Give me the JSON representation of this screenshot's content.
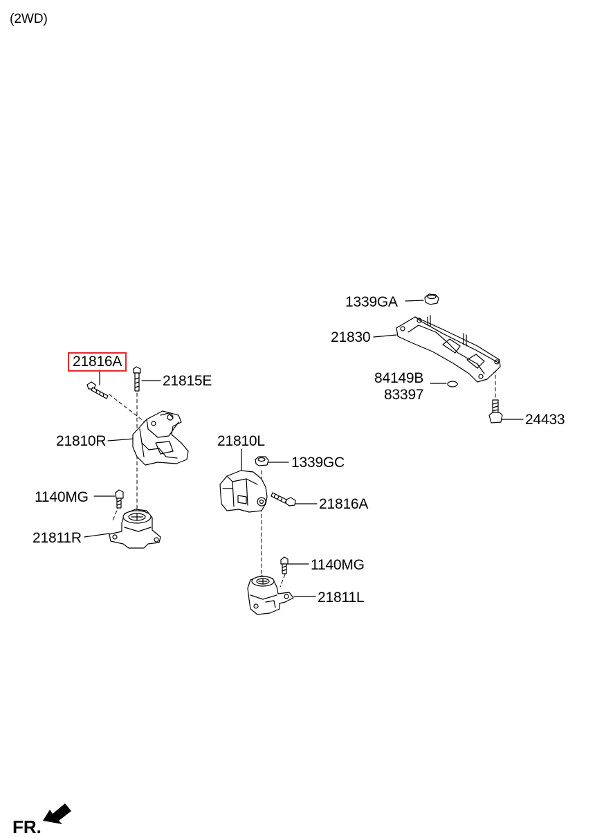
{
  "variant_label": "(2WD)",
  "highlight_color": "#e8262a",
  "callouts": {
    "p1339GA": "1339GA",
    "p21830": "21830",
    "p84149B": "84149B",
    "p83397": "83397",
    "p24433": "24433",
    "p21816A_top": "21816A",
    "p21815E": "21815E",
    "p21810R": "21810R",
    "p1140MG_left": "1140MG",
    "p21811R": "21811R",
    "p21810L": "21810L",
    "p1339GC": "1339GC",
    "p21816A_mid": "21816A",
    "p1140MG_right": "1140MG",
    "p21811L": "21811L"
  },
  "direction_label": "FR.",
  "icons": {
    "front_arrow": "front-direction-arrow-icon"
  }
}
